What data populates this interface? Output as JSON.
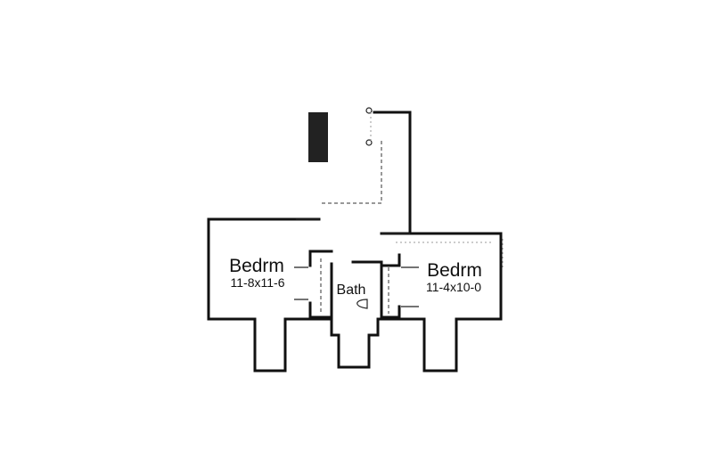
{
  "rooms": [
    {
      "name": "Bedrm",
      "size": "11-8x11-6"
    },
    {
      "name": "Bath"
    },
    {
      "name": "Bedrm",
      "size": "11-4x10-0"
    }
  ],
  "colors": {
    "wall": "#111111",
    "chimney": "#222222",
    "background": "#ffffff"
  }
}
